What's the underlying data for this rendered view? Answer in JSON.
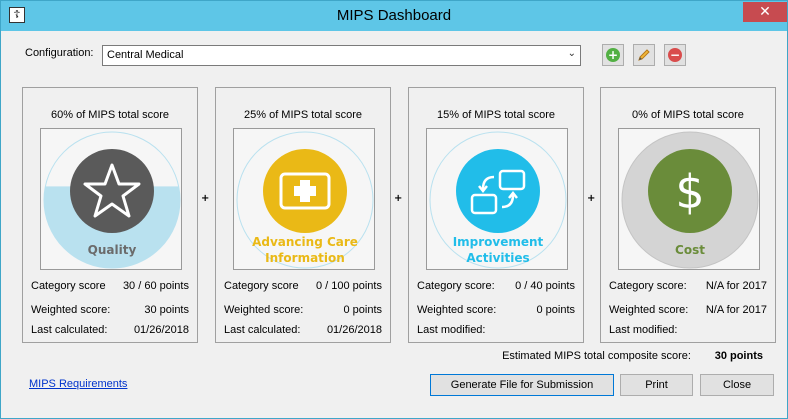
{
  "window": {
    "title": "MIPS Dashboard",
    "close_glyph": "✕",
    "app_icon": "document-icon"
  },
  "config": {
    "label": "Configuration:",
    "value": "Central Medical",
    "buttons": [
      "add-icon",
      "edit-pencil-icon",
      "remove-icon"
    ]
  },
  "cards": [
    {
      "pct": "60% of MIPS total score",
      "name": "Quality",
      "name2": "",
      "icon": "star-icon",
      "fill_fraction": 0.6,
      "rows": [
        {
          "k": "Category score",
          "v": "30 / 60 points"
        },
        {
          "k": "Weighted score:",
          "v": "30 points"
        },
        {
          "k": "Last calculated:",
          "v": "01/26/2018"
        }
      ]
    },
    {
      "pct": "25% of MIPS total score",
      "name": "Advancing Care",
      "name2": "Information",
      "icon": "medical-kit-icon",
      "fill_fraction": 0,
      "rows": [
        {
          "k": "Category score",
          "v": "0 / 100 points"
        },
        {
          "k": "Weighted score:",
          "v": "0 points"
        },
        {
          "k": "Last calculated:",
          "v": "01/26/2018"
        }
      ]
    },
    {
      "pct": "15% of MIPS total score",
      "name": "Improvement",
      "name2": "Activities",
      "icon": "workflow-icon",
      "fill_fraction": 0,
      "rows": [
        {
          "k": "Category score:",
          "v": "0 / 40 points"
        },
        {
          "k": "Weighted score:",
          "v": "0 points"
        },
        {
          "k": "Last modified:",
          "v": ""
        }
      ]
    },
    {
      "pct": "0% of MIPS total score",
      "name": "Cost",
      "name2": "",
      "icon": "dollar-icon",
      "fill_fraction": 0,
      "rows": [
        {
          "k": "Category score:",
          "v": "N/A for 2017"
        },
        {
          "k": "Weighted score:",
          "v": "N/A for 2017"
        },
        {
          "k": "Last modified:",
          "v": ""
        }
      ]
    }
  ],
  "plus": "+",
  "composite": {
    "label": "Estimated MIPS total composite score:",
    "value": "30 points"
  },
  "footer": {
    "link": "MIPS Requirements",
    "generate": "Generate File for Submission",
    "print": "Print",
    "close": "Close"
  },
  "colors": {
    "title_bar": "#5ec6e7",
    "quality": "#5a5a5a",
    "quality_fill": "#b9e1ef",
    "aci": "#eab916",
    "ia": "#21bde9",
    "cost": "#6a8c3a",
    "add": "#52b043",
    "remove": "#d94c4c"
  }
}
